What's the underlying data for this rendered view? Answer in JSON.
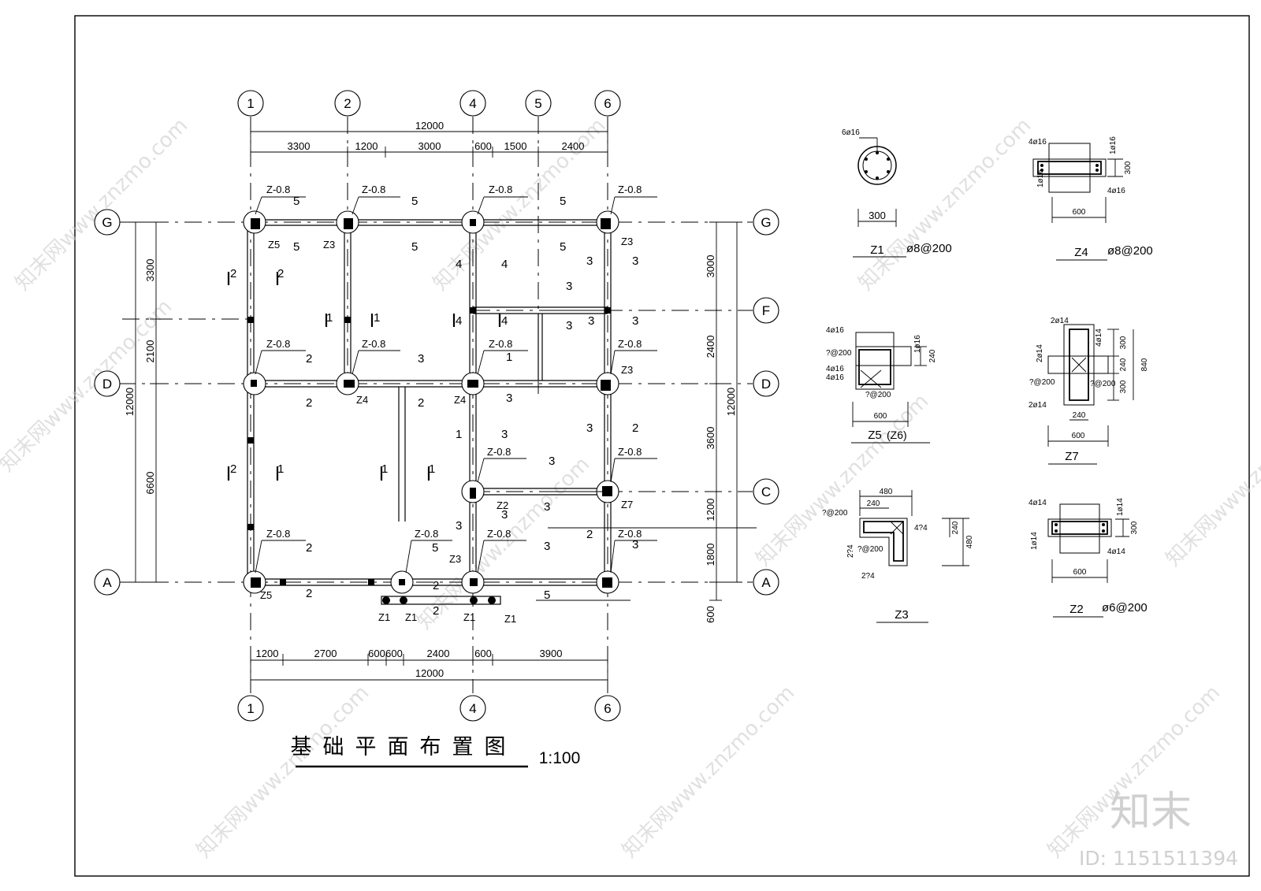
{
  "drawing": {
    "title": "基础平面布置图",
    "scale": "1:100",
    "brand": "知末",
    "id_text": "ID: 1151511394",
    "watermark": "知末网www.znzmo.com"
  },
  "axes": {
    "top": [
      "1",
      "2",
      "4",
      "5",
      "6"
    ],
    "bottom": [
      "1",
      "4",
      "6"
    ],
    "left": [
      "G",
      "D",
      "A"
    ],
    "right": [
      "G",
      "F",
      "D",
      "C",
      "A"
    ]
  },
  "dims": {
    "top_total": "12000",
    "top_parts": [
      "3300",
      "1200",
      "3000",
      "600",
      "1500",
      "2400"
    ],
    "bottom_total": "12000",
    "bottom_parts": [
      "1200",
      "2700",
      "600",
      "600",
      "2400",
      "600",
      "3900"
    ],
    "left_total": "12000",
    "left_parts": [
      "3300",
      "2100",
      "6600"
    ],
    "right_total": "12000",
    "right_parts": [
      "3000",
      "2400",
      "3600",
      "1200",
      "1800",
      "600"
    ]
  },
  "plan_labels": {
    "depth_tag": "Z-0.8",
    "column_tags": [
      "Z5",
      "Z3",
      "Z3",
      "Z4",
      "Z4",
      "Z3",
      "Z7",
      "Z2",
      "Z5",
      "Z3",
      "Z1",
      "Z1",
      "Z1",
      "Z1"
    ],
    "section_marks": [
      "5",
      "5",
      "5",
      "5",
      "5",
      "5",
      "2",
      "2",
      "4",
      "4",
      "3",
      "3",
      "3",
      "1",
      "1",
      "4",
      "4",
      "3",
      "3",
      "3",
      "2",
      "3",
      "1",
      "2",
      "2",
      "3",
      "3",
      "2",
      "2",
      "1",
      "1",
      "1",
      "1",
      "3",
      "3",
      "3",
      "2",
      "3",
      "3",
      "2",
      "2",
      "5",
      "3",
      "3",
      "2",
      "2",
      "5",
      "5",
      "3"
    ]
  },
  "details": {
    "z1": {
      "name": "Z1",
      "spec": "ø8@200",
      "bars": "6ø16",
      "size": "300"
    },
    "z4": {
      "name": "Z4",
      "spec": "ø8@200",
      "bars_top": "4ø16",
      "bars_side": "1ø16",
      "bars_side2": "1ø16",
      "bars_bottom": "4ø16",
      "h": "300",
      "w": "600"
    },
    "z5": {
      "name": "Z5",
      "alt": "(Z6)",
      "bars_top": "4ø16",
      "side": "1ø16",
      "stirrup": "?@200",
      "b1": "4ø16",
      "b2": "4ø16",
      "stirrup2": "?@200",
      "h": "240",
      "w": "600"
    },
    "z7": {
      "name": "Z7",
      "b1": "2ø14",
      "b2": "4ø14",
      "b3": "2ø14",
      "s1": "?@200",
      "s2": "?@200",
      "b4": "2ø14",
      "h1": "300",
      "h2": "240",
      "h3": "300",
      "total": "840",
      "w1": "240",
      "w2": "600"
    },
    "z3": {
      "name": "Z3",
      "w1": "480",
      "w2": "240",
      "s1": "?@200",
      "b1": "4?4",
      "b2": "2?4",
      "s2": "?@200",
      "b3": "2?4",
      "h1": "240",
      "h2": "480"
    },
    "z2": {
      "name": "Z2",
      "spec": "ø6@200",
      "b1": "4ø14",
      "b2": "1ø14",
      "b3": "1ø14",
      "b4": "4ø14",
      "h": "300",
      "w": "600"
    }
  }
}
